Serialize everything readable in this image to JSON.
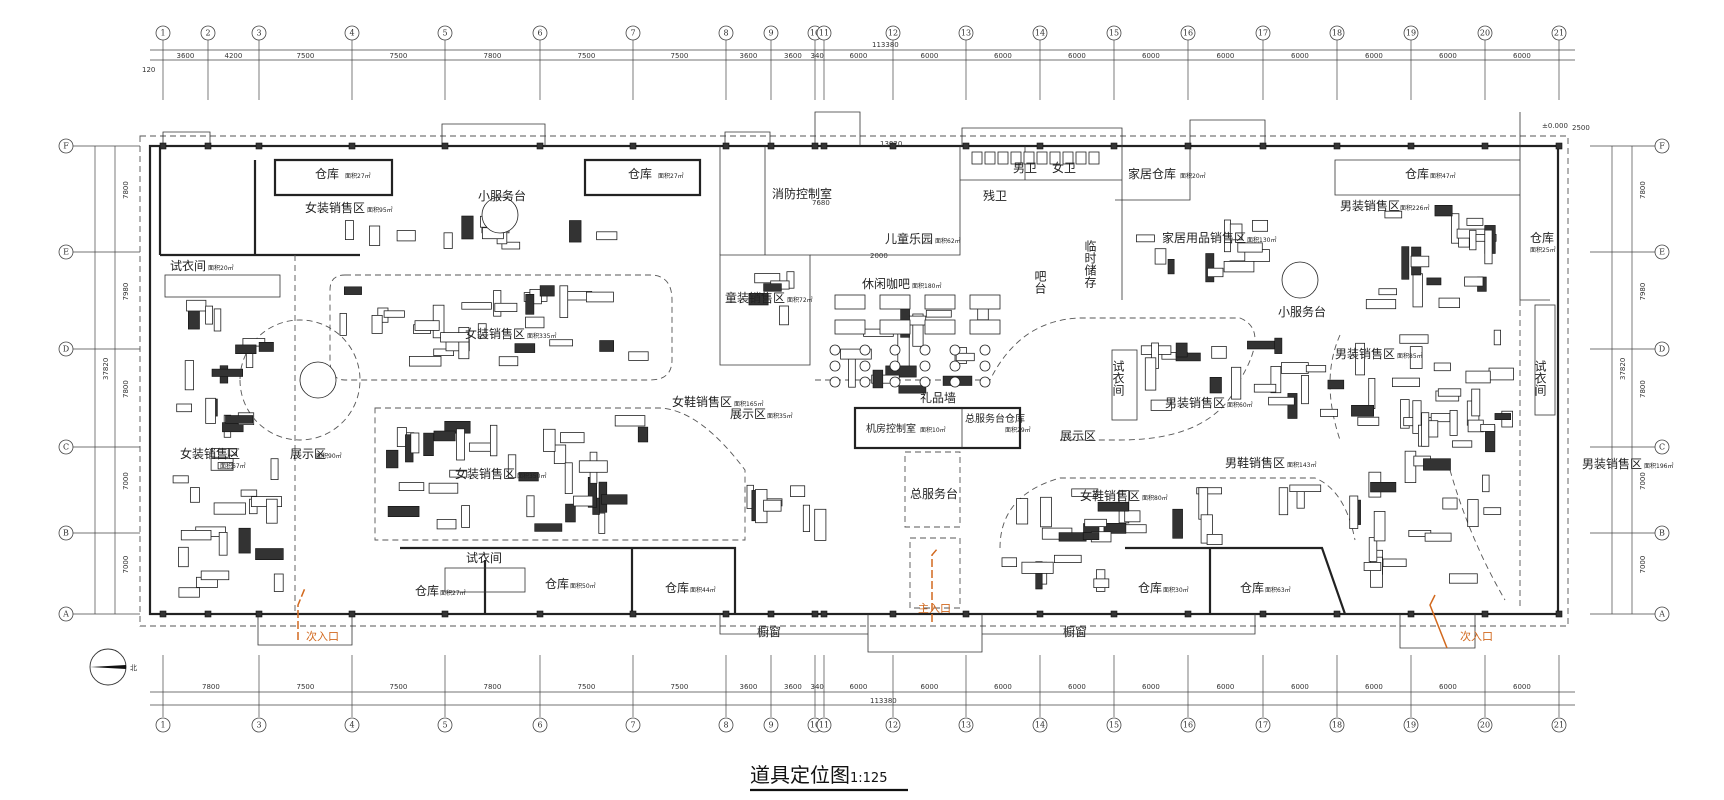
{
  "title": "道具定位图",
  "scale": "1:125",
  "north_label": "北",
  "axes": {
    "top": [
      "1",
      "2",
      "3",
      "4",
      "5",
      "6",
      "7",
      "8",
      "9",
      "10",
      "11",
      "12",
      "13",
      "14",
      "15",
      "16",
      "17",
      "18",
      "19",
      "20",
      "21"
    ],
    "bottom": [
      "1",
      "3",
      "4",
      "5",
      "6",
      "7",
      "8",
      "9",
      "10",
      "11",
      "12",
      "13",
      "14",
      "15",
      "16",
      "17",
      "18",
      "19",
      "20",
      "21"
    ],
    "left": [
      "F",
      "E",
      "D",
      "C",
      "B",
      "A"
    ],
    "right": [
      "F",
      "E",
      "D",
      "C",
      "B",
      "A"
    ]
  },
  "dimensions": {
    "top_spans": [
      "3600",
      "4200",
      "7500",
      "7500",
      "7800",
      "7500",
      "7500",
      "3600",
      "3600",
      "340",
      "6000",
      "6000",
      "6000",
      "6000",
      "6000",
      "6000",
      "6000",
      "6000",
      "6000",
      "6000"
    ],
    "bottom_spans": [
      "7800",
      "7500",
      "7500",
      "7800",
      "7500",
      "7500",
      "3600",
      "3600",
      "340",
      "6000",
      "6000",
      "6000",
      "6000",
      "6000",
      "6000",
      "6000",
      "6000",
      "6000",
      "6000"
    ],
    "total_width": "113380",
    "left_spans": [
      "7800",
      "7980",
      "7800",
      "7000",
      "7000"
    ],
    "total_depth": "37820",
    "offset": "120",
    "north_wall": "13020",
    "stair_dim": "2500",
    "elevation": "±0.000",
    "kids_dim": "2000",
    "kids_height": "7680"
  },
  "zones": [
    {
      "name": "仓库",
      "area": "面积27㎡"
    },
    {
      "name": "女装销售区",
      "area": "面积95㎡"
    },
    {
      "name": "小服务台",
      "area": ""
    },
    {
      "name": "仓库",
      "area": "面积27㎡"
    },
    {
      "name": "消防控制室",
      "area": ""
    },
    {
      "name": "儿童乐园",
      "area": "面积62㎡"
    },
    {
      "name": "男卫",
      "area": ""
    },
    {
      "name": "女卫",
      "area": ""
    },
    {
      "name": "残卫",
      "area": ""
    },
    {
      "name": "家居仓库",
      "area": "面积20㎡"
    },
    {
      "name": "家居用品销售区",
      "area": "面积130㎡"
    },
    {
      "name": "仓库",
      "area": "面积47㎡"
    },
    {
      "name": "男装销售区",
      "area": "面积226㎡"
    },
    {
      "name": "仓库",
      "area": "面积25㎡"
    },
    {
      "name": "小服务台",
      "area": ""
    },
    {
      "name": "休闲咖吧",
      "area": "面积180㎡"
    },
    {
      "name": "吧台",
      "area": ""
    },
    {
      "name": "临时储存",
      "area": ""
    },
    {
      "name": "试衣间",
      "area": "面积20㎡"
    },
    {
      "name": "童装销售区",
      "area": "面积72㎡"
    },
    {
      "name": "女装销售区",
      "area": "面积335㎡"
    },
    {
      "name": "女装销售区",
      "area": "面积67㎡"
    },
    {
      "name": "展示区",
      "area": "面积90㎡"
    },
    {
      "name": "女鞋销售区",
      "area": "面积165㎡"
    },
    {
      "name": "展示区",
      "area": "面积35㎡"
    },
    {
      "name": "女装销售区",
      "area": "面积350㎡"
    },
    {
      "name": "试衣间",
      "area": ""
    },
    {
      "name": "仓库",
      "area": "面积27㎡"
    },
    {
      "name": "仓库",
      "area": "面积50㎡"
    },
    {
      "name": "仓库",
      "area": "面积44㎡"
    },
    {
      "name": "礼品墙",
      "area": ""
    },
    {
      "name": "机房控制室",
      "area": "面积10㎡"
    },
    {
      "name": "总服务台仓库",
      "area": "面积29㎡"
    },
    {
      "name": "总服务台",
      "area": ""
    },
    {
      "name": "展示区",
      "area": ""
    },
    {
      "name": "男装销售区",
      "area": "面积60㎡"
    },
    {
      "name": "试衣间",
      "area": ""
    },
    {
      "name": "男装销售区",
      "area": "面积85㎡"
    },
    {
      "name": "试衣间",
      "area": ""
    },
    {
      "name": "男鞋销售区",
      "area": "面积143㎡"
    },
    {
      "name": "女鞋销售区",
      "area": "面积80㎡"
    },
    {
      "name": "仓库",
      "area": "面积30㎡"
    },
    {
      "name": "仓库",
      "area": "面积63㎡"
    },
    {
      "name": "男装销售区",
      "area": "面积196㎡"
    }
  ],
  "entrances": {
    "secondary_left": "次入口",
    "main": "主入口",
    "secondary_right": "次入口",
    "window_left": "橱窗",
    "window_right": "橱窗"
  },
  "colors": {
    "entrance": "#d2691e",
    "line": "#222222"
  }
}
